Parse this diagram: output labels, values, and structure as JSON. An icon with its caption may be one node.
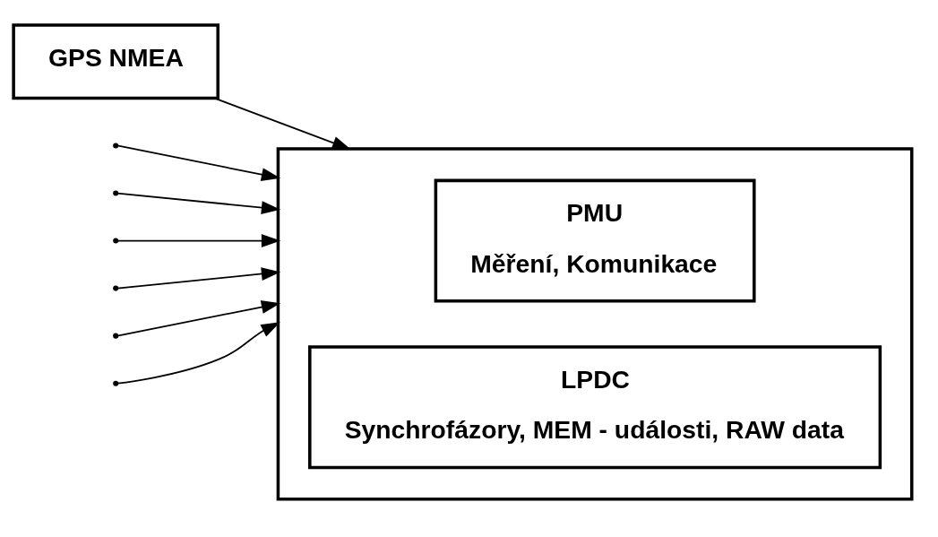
{
  "diagram": {
    "nodes": [
      {
        "text": [
          "GPS NMEA"
        ]
      },
      {
        "text": [],
        "shape": "box"
      },
      {
        "text": [
          "PMU",
          "Měření, Komunikace"
        ],
        "in": 1
      },
      {
        "text": [
          "LPDC",
          "Synchrofázory, MEM - události, RAW data"
        ],
        "in": 1
      }
    ],
    "edges": [
      {
        "from": 0,
        "to": 1,
        "arrow": "to"
      },
      {
        "from": null,
        "to": 1,
        "arrow": "to"
      },
      {
        "from": null,
        "to": 1,
        "arrow": "to"
      },
      {
        "from": null,
        "to": 1,
        "arrow": "to"
      },
      {
        "from": null,
        "to": 1,
        "arrow": "to"
      },
      {
        "from": null,
        "to": 1,
        "arrow": "to"
      },
      {
        "from": null,
        "to": 1,
        "arrow": "to"
      }
    ]
  }
}
